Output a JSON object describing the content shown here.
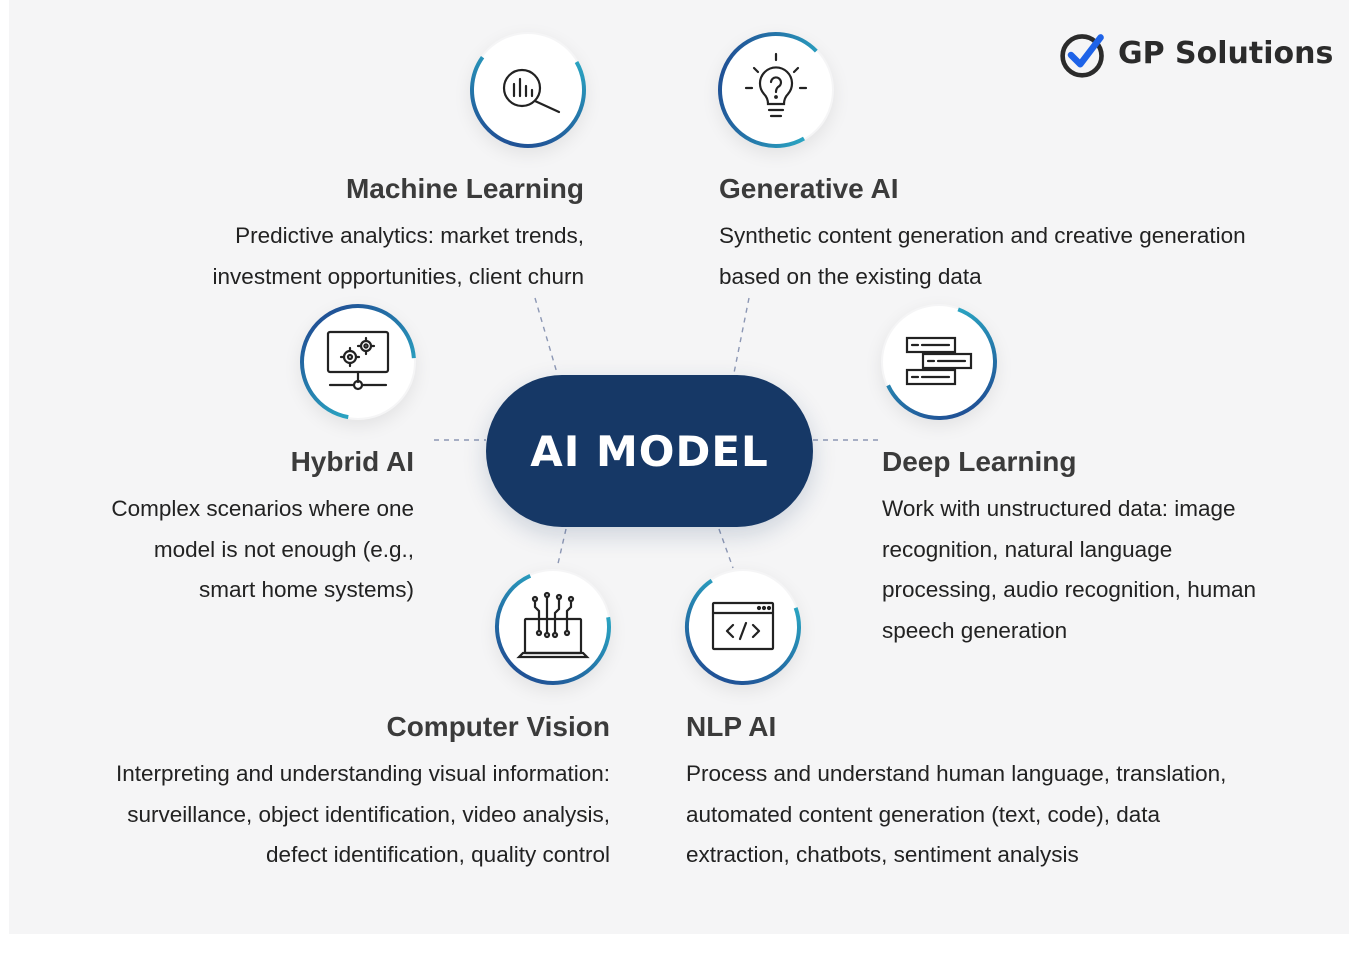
{
  "brand": {
    "name": "GP Solutions",
    "accent_color": "#1e63e8",
    "logo_icon": "checkmark-circle-icon"
  },
  "hub": {
    "label": "AI MODEL",
    "color": "#163866"
  },
  "ring_gradient": [
    "#2ec5d3",
    "#1e3f8c"
  ],
  "nodes": {
    "machine_learning": {
      "title": "Machine Learning",
      "icon": "magnifier-chart-icon",
      "lines": [
        "Predictive analytics: market trends,",
        "investment opportunities, client churn"
      ]
    },
    "generative_ai": {
      "title": "Generative AI",
      "icon": "lightbulb-question-icon",
      "lines": [
        "Synthetic content generation and creative generation",
        "based on the existing data"
      ]
    },
    "hybrid_ai": {
      "title": "Hybrid AI",
      "icon": "monitor-gears-icon",
      "lines": [
        "Complex scenarios where one",
        "model is not enough (e.g.,",
        "smart home systems)"
      ]
    },
    "deep_learning": {
      "title": "Deep Learning",
      "icon": "stacked-layers-icon",
      "lines": [
        "Work with unstructured data: image",
        "recognition, natural language",
        "processing, audio recognition, human",
        "speech generation"
      ]
    },
    "computer_vision": {
      "title": "Computer Vision",
      "icon": "laptop-circuit-icon",
      "lines": [
        "Interpreting and understanding visual information:",
        "surveillance, object identification, video analysis,",
        "defect identification, quality control"
      ]
    },
    "nlp_ai": {
      "title": "NLP AI",
      "icon": "code-window-icon",
      "lines": [
        "Process and understand human language, translation,",
        "automated content generation (text, code), data",
        "extraction, chatbots, sentiment analysis"
      ]
    }
  }
}
